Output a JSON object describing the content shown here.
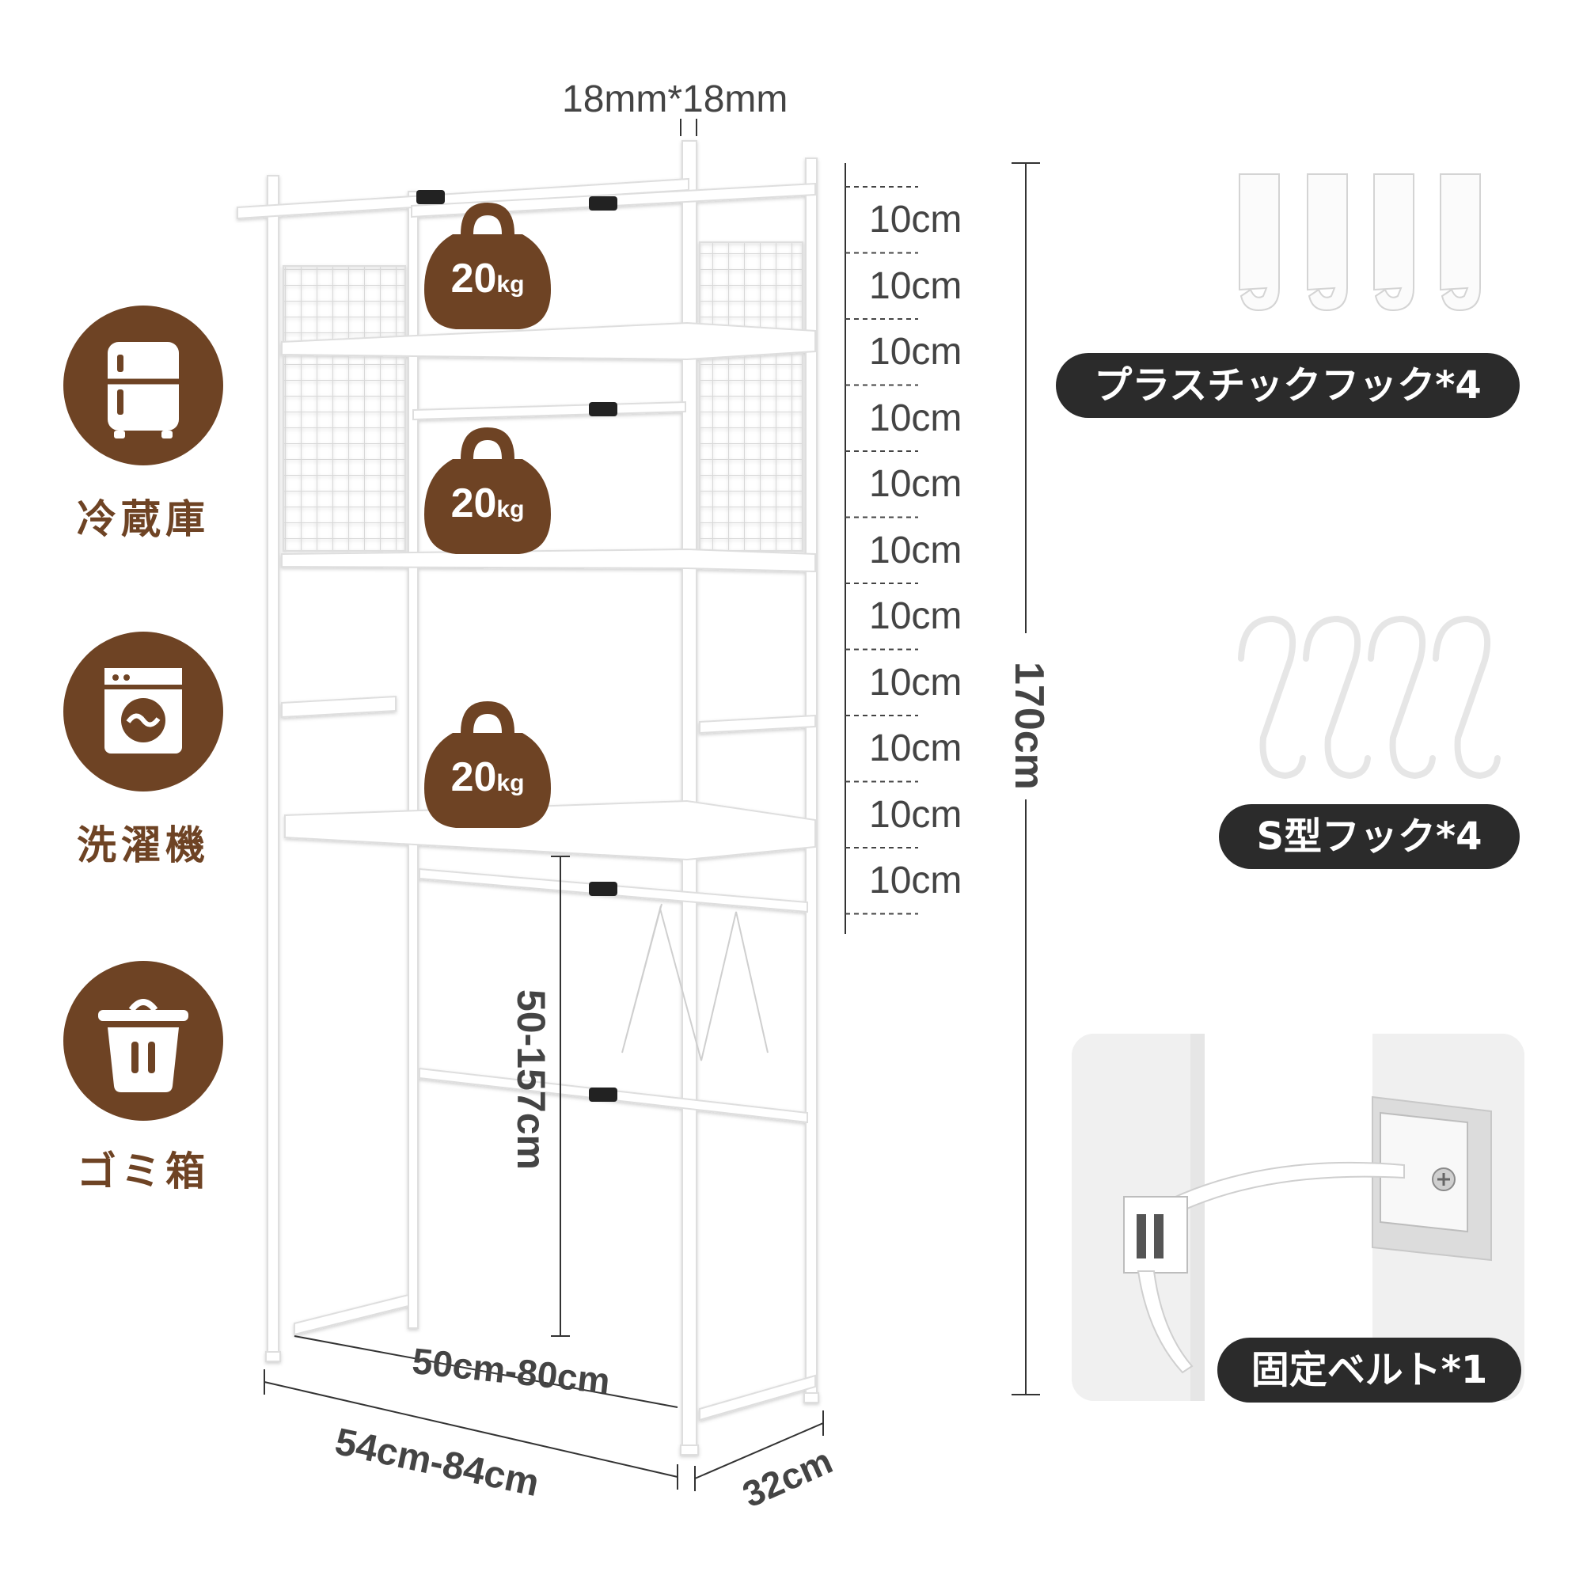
{
  "top_dimension": "18mm*18mm",
  "usage_labels": [
    "冷蔵庫",
    "洗濯機",
    "ゴミ箱"
  ],
  "usage_icons": [
    "refrigerator-icon",
    "washing-machine-icon",
    "trash-can-icon"
  ],
  "shelf_load": {
    "value": "20",
    "unit": "kg",
    "count": 3
  },
  "spacing_labels": [
    "10cm",
    "10cm",
    "10cm",
    "10cm",
    "10cm",
    "10cm",
    "10cm",
    "10cm",
    "10cm",
    "10cm",
    "10cm"
  ],
  "height_total": "170cm",
  "inner_height": "50-157cm",
  "inner_width": "50cm-80cm",
  "outer_width": "54cm-84cm",
  "depth": "32cm",
  "accessories": {
    "plastic_hooks": "プラスチックフック*4",
    "s_hooks": "S型フック*4",
    "fixing_belt": "固定ベルト*1"
  },
  "colors": {
    "brown": "#6e4324",
    "dark_pill": "#2b2b2b",
    "rack": "#ffffff"
  }
}
